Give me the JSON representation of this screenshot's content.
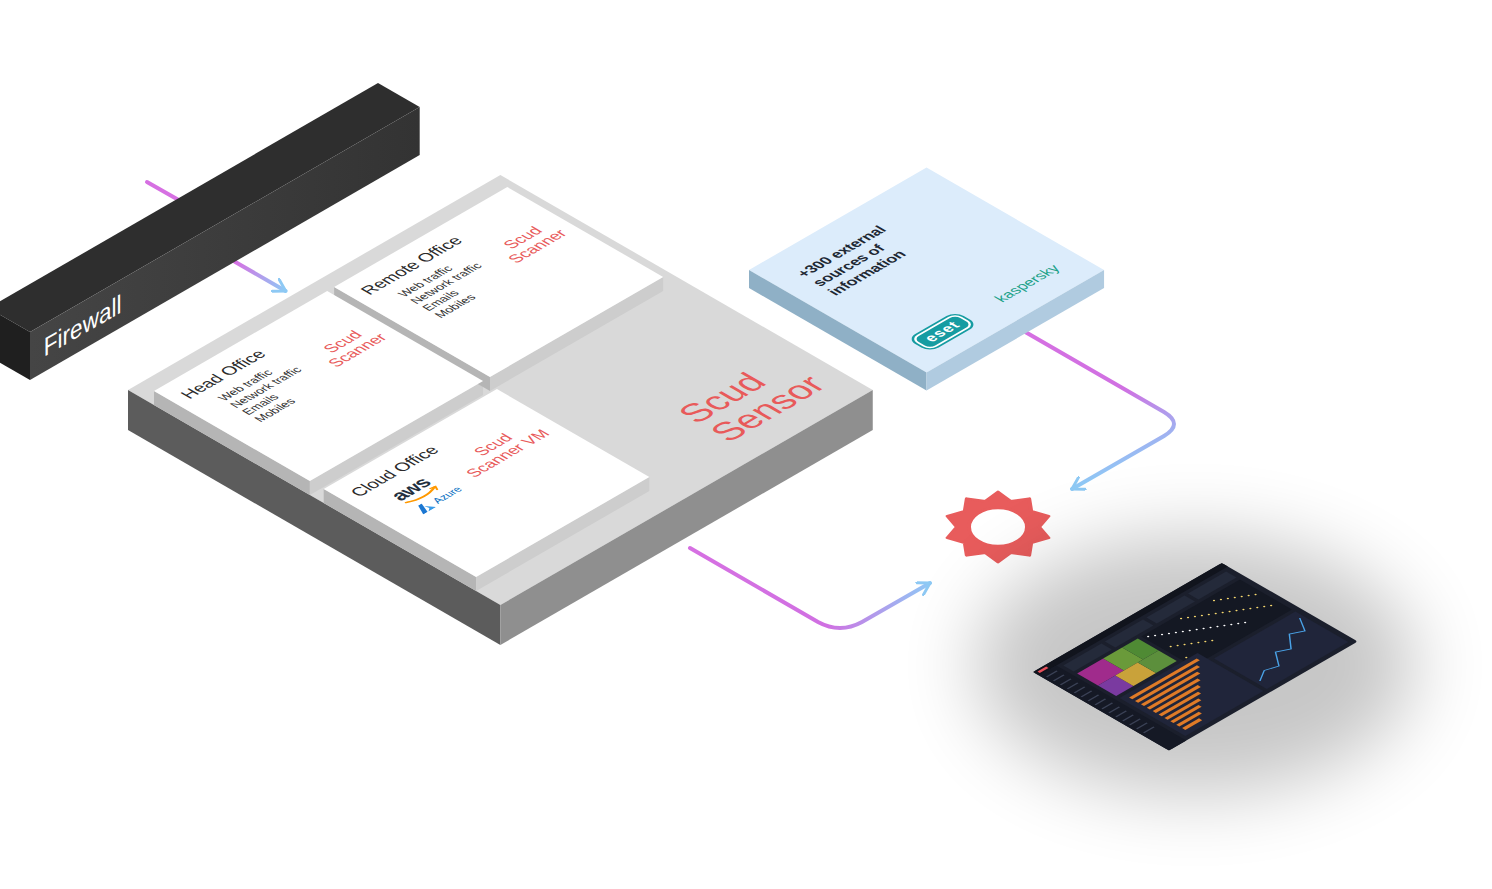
{
  "diagram": {
    "nodes": [
      {
        "text": [
          "Firewall"
        ]
      },
      {
        "text": [
          "Scud Sensor"
        ]
      },
      {
        "text": [
          "Head Office",
          "Web traffic",
          "Network traffic",
          "Emails",
          "Mobiles",
          "Scud Scanner"
        ],
        "in": 1
      },
      {
        "text": [
          "Remote Office",
          "Web traffic",
          "Network traffic",
          "Emails",
          "Mobiles",
          "Scud Scanner"
        ],
        "in": 1
      },
      {
        "text": [
          "Cloud Office",
          "aws",
          "Azure",
          "Scud Scanner VM"
        ],
        "in": 1
      },
      {
        "text": [
          "+300 external sources of information",
          "eset",
          "kaspersky"
        ]
      }
    ],
    "edges": [
      {
        "from": 0,
        "to": 1,
        "arrow": "to"
      }
    ]
  }
}
